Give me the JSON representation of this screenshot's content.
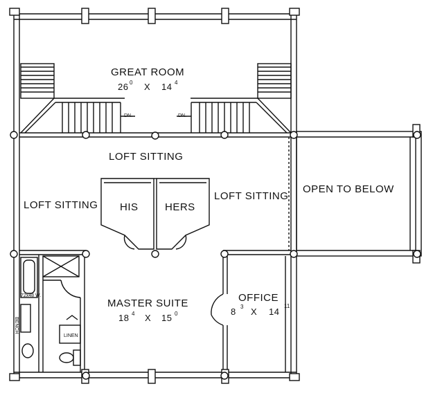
{
  "rooms": {
    "great_room": {
      "name": "GREAT ROOM",
      "w": "26",
      "w_in": "0",
      "x": "X",
      "d": "14",
      "d_in": "4"
    },
    "loft_top": "LOFT SITTING",
    "loft_left": "LOFT SITTING",
    "loft_right": "LOFT SITTING",
    "his": "HIS",
    "hers": "HERS",
    "open_to_below": "OPEN TO BELOW",
    "master_suite": {
      "name": "MASTER SUITE",
      "w": "18",
      "w_in": "4",
      "x": "X",
      "d": "15",
      "d_in": "0"
    },
    "office": {
      "name": "OFFICE",
      "w": "8",
      "w_in": "3",
      "x": "X",
      "d": "14",
      "d_in": "11"
    }
  },
  "fixtures": {
    "stair_dn_left": "DN.",
    "stair_dn_right": "DN.",
    "tub": "72x48 W.",
    "bench": "BENCH",
    "linen": "LINEN"
  }
}
